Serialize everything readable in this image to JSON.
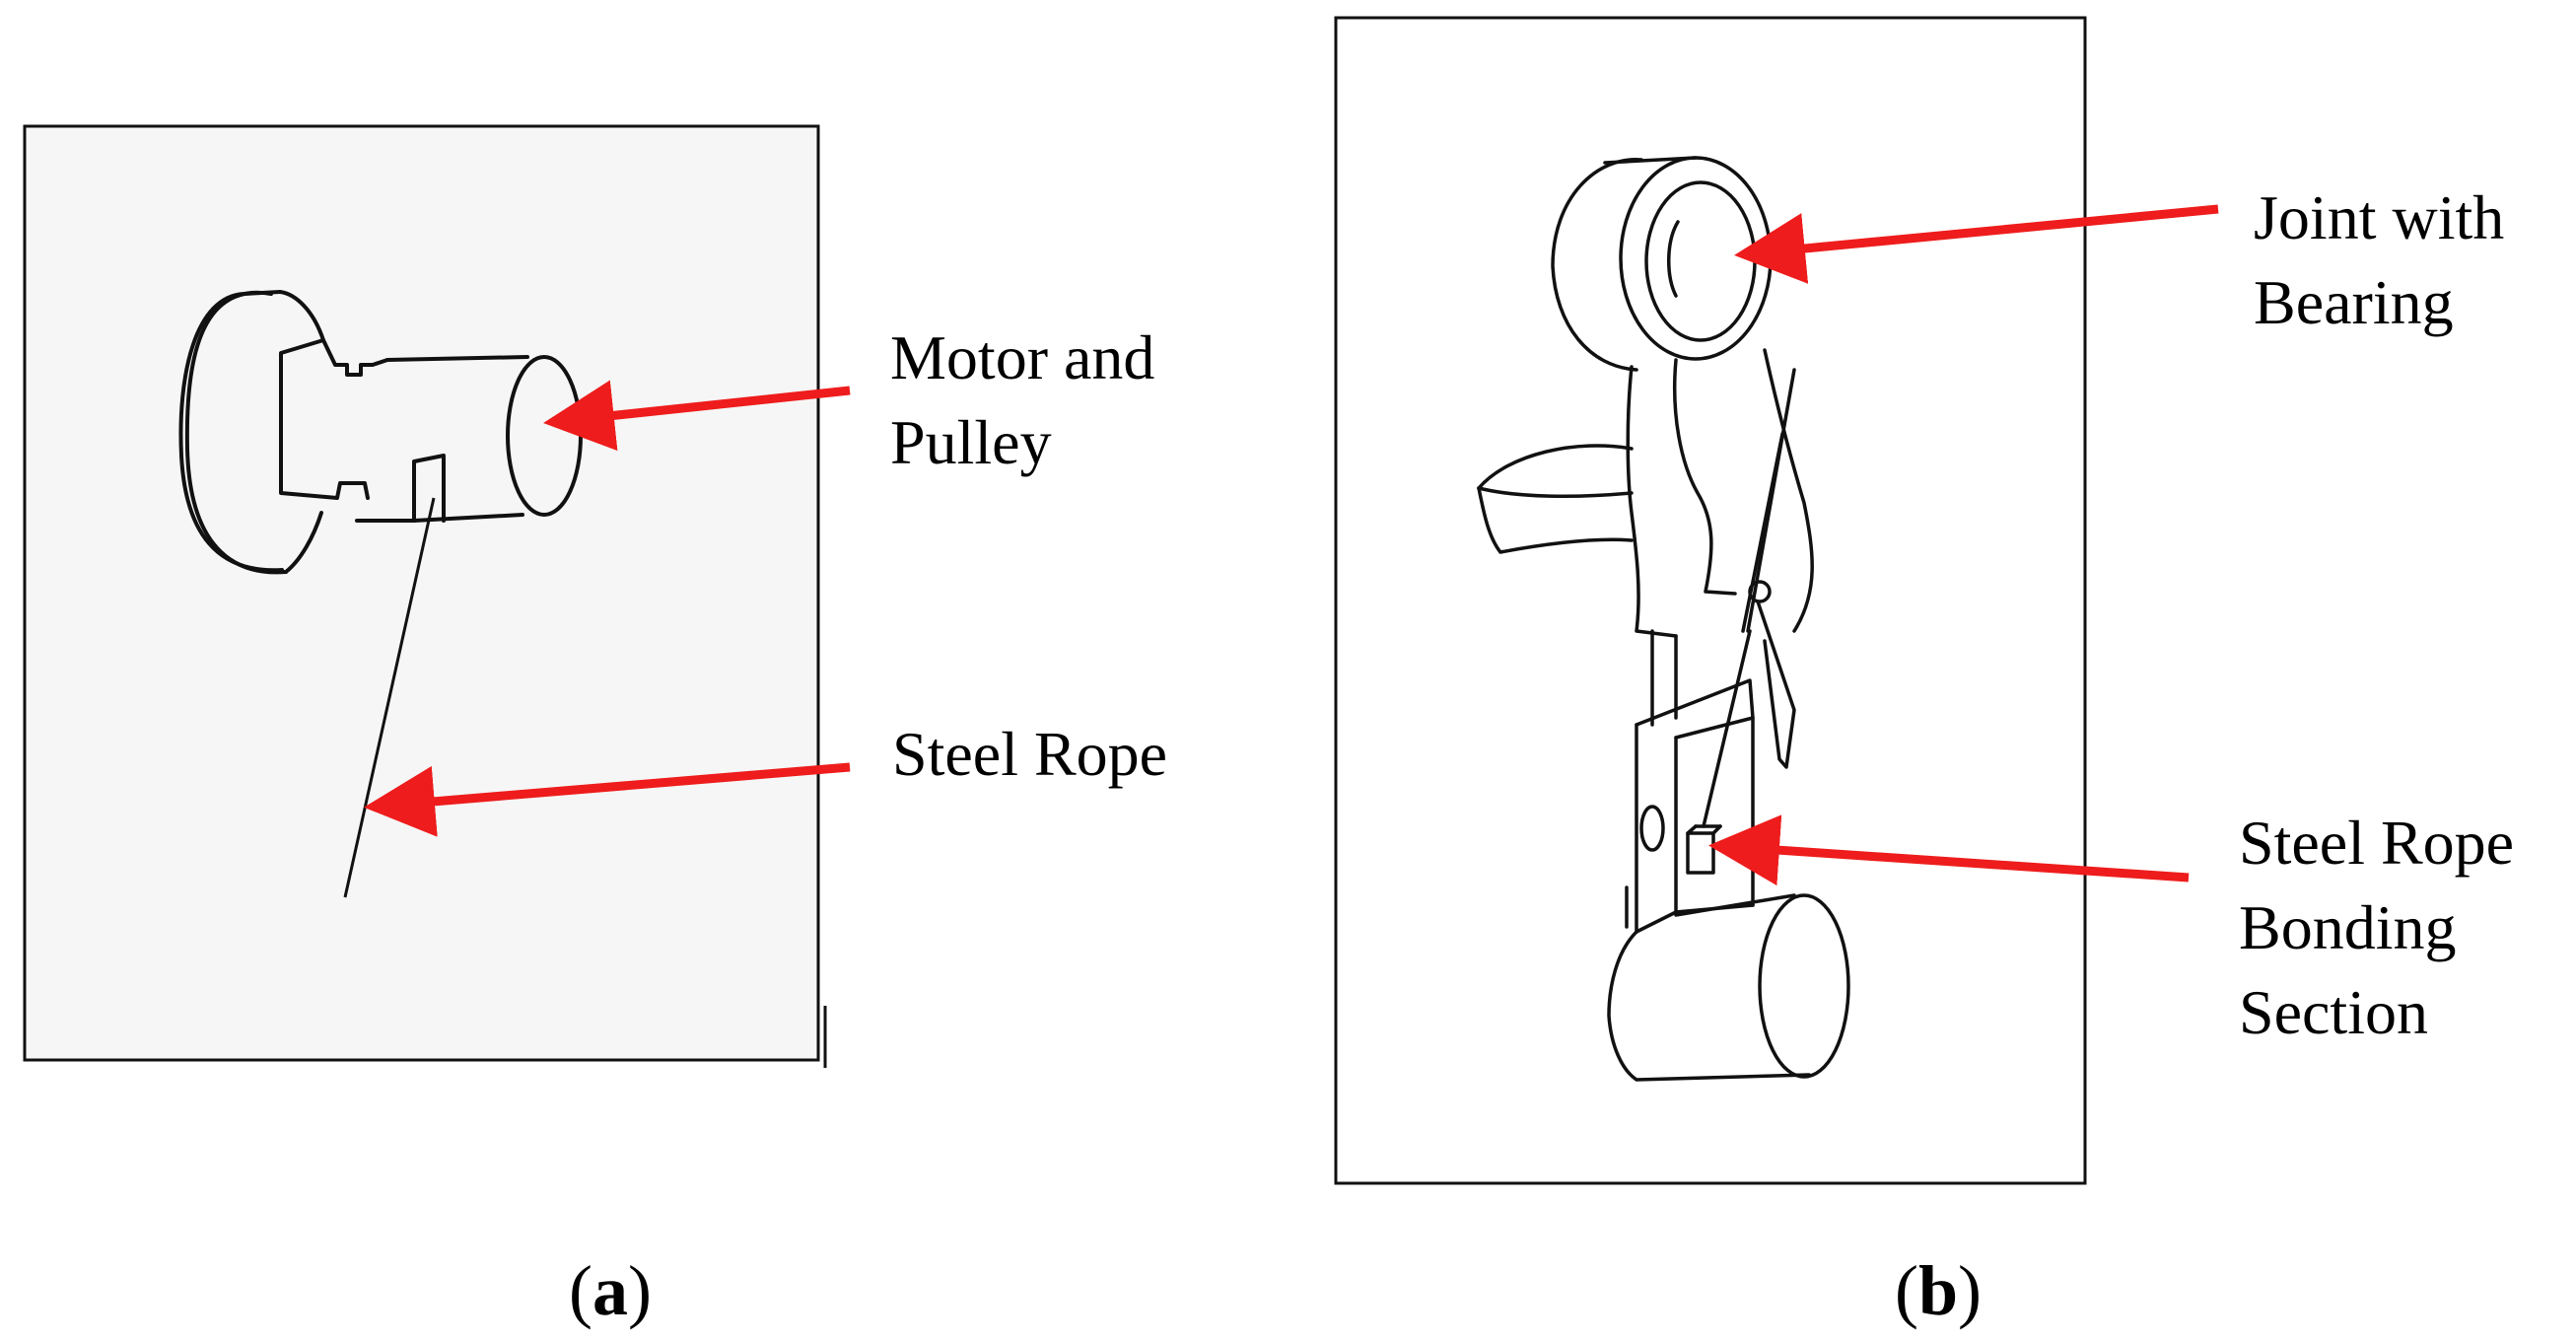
{
  "colors": {
    "arrow": "#ee1c1c",
    "line": "#111111",
    "panel_fill": "#f6f6f6"
  },
  "panel_a": {
    "labels": {
      "motor_line1": "Motor and",
      "motor_line2": "Pulley",
      "rope": "Steel Rope"
    },
    "caption": {
      "open": "(",
      "letter": "a",
      "close": ")"
    }
  },
  "panel_b": {
    "labels": {
      "joint_line1": "Joint with",
      "joint_line2": "Bearing",
      "bond_line1": "Steel Rope",
      "bond_line2": "Bonding",
      "bond_line3": "Section"
    },
    "caption": {
      "open": "(",
      "letter": "b",
      "close": ")"
    }
  }
}
